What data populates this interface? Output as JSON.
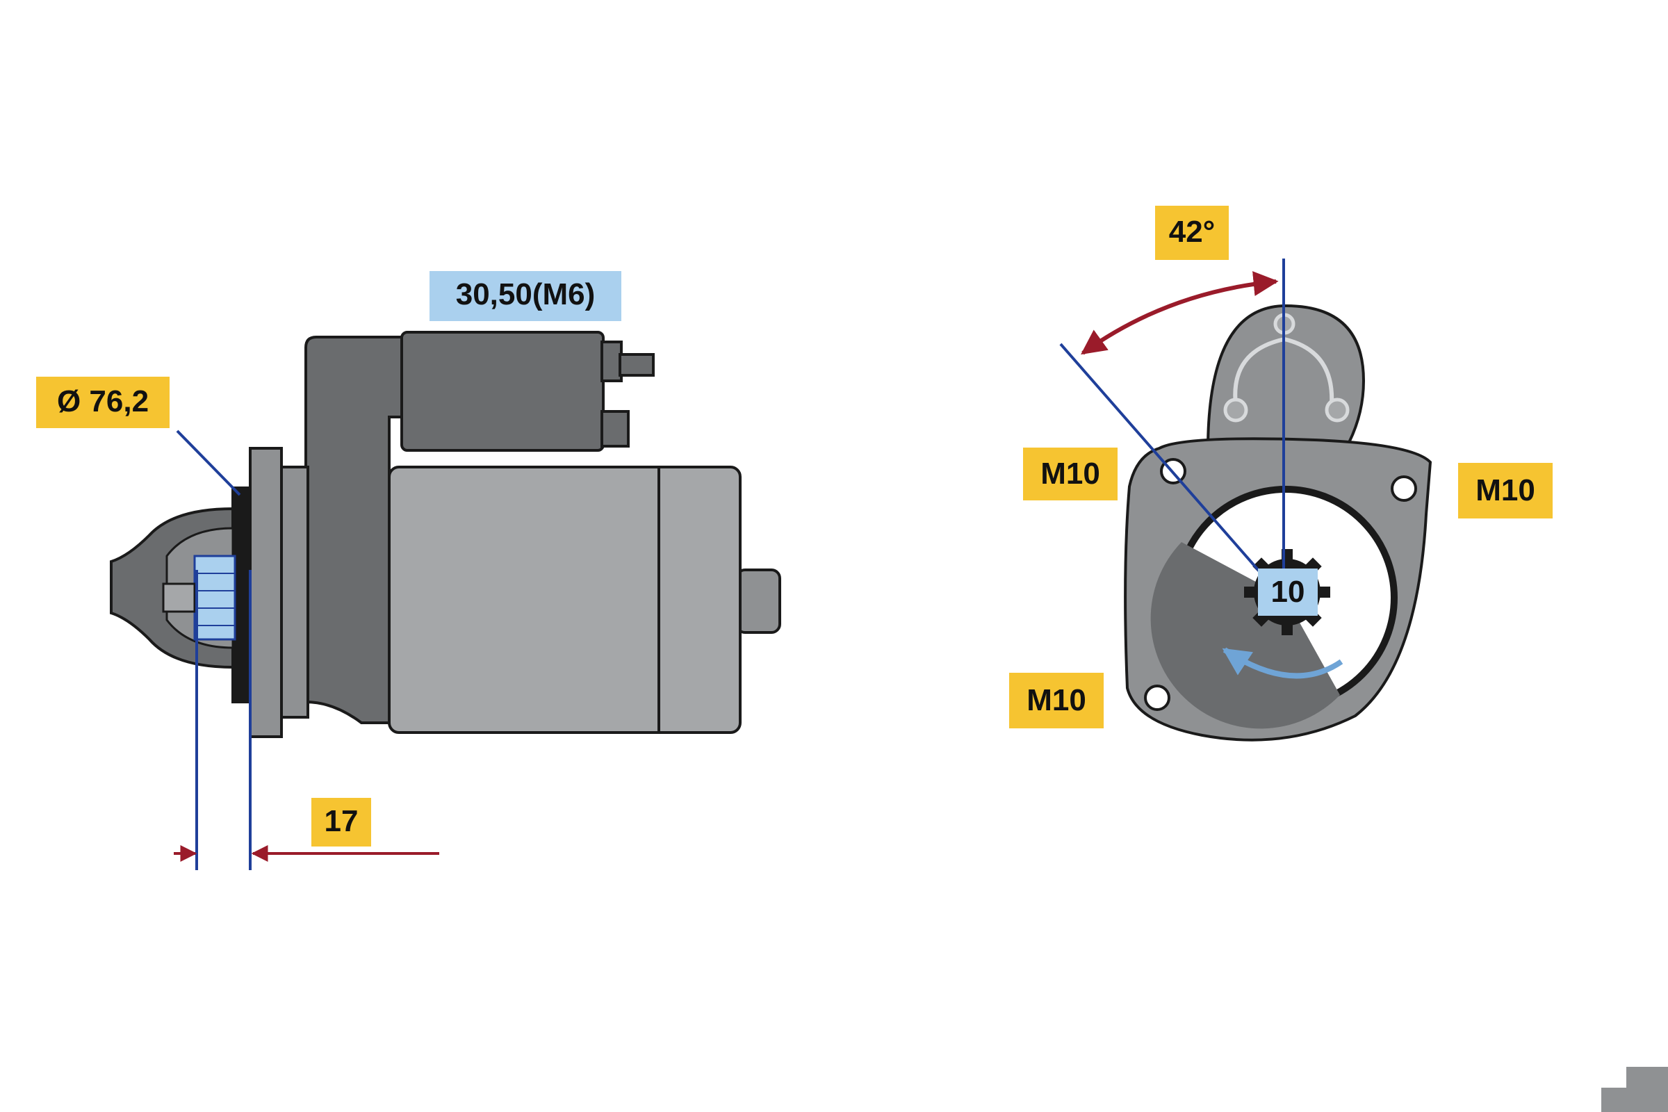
{
  "colors": {
    "body_gray": "#8f9193",
    "dark_gray": "#6a6c6e",
    "light_gray": "#a5a7a9",
    "outline": "#1a1a1a",
    "dimension_blue": "#1f3f9a",
    "arrow_red": "#9a1b2a",
    "rotation_blue": "#6fa4d6",
    "label_yellow": "#f6c431",
    "label_blue": "#aad0ee"
  },
  "labels": {
    "solenoid_terminal": "30,50(M6)",
    "flange_diameter": "Ø 76,2",
    "pinion_offset": "17",
    "mount_angle": "42°",
    "bolt_upper_left": "M10",
    "bolt_upper_right": "M10",
    "bolt_lower_left": "M10",
    "pinion_teeth": "10"
  },
  "icons": {
    "side_view": "starter-motor-side-view-icon",
    "front_view": "starter-motor-front-view-icon",
    "rotation": "counterclockwise-rotation-arrow-icon"
  }
}
